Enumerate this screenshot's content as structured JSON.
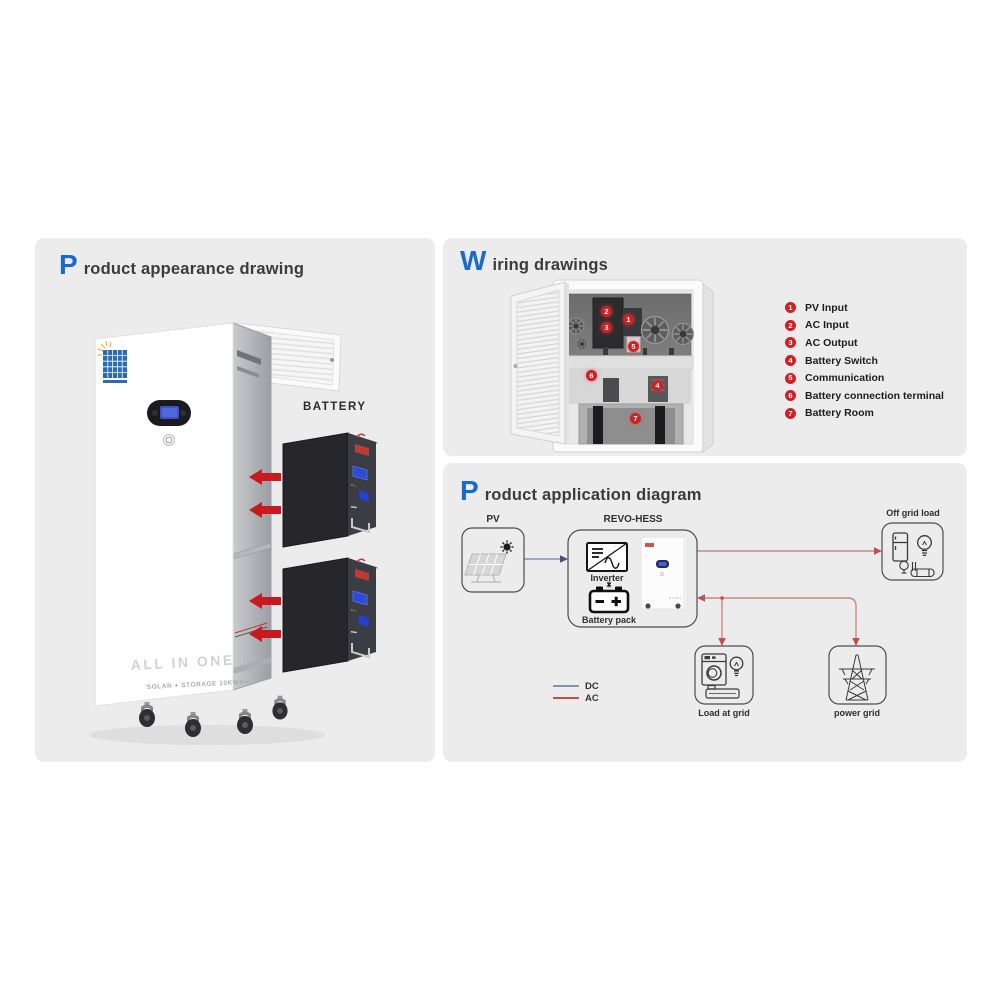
{
  "colors": {
    "panel_bg": "#ececec",
    "accent_blue": "#1b6ac9",
    "badge_red": "#cf2027",
    "arrow_red": "#c8191e",
    "dc_line": "#8095b3",
    "ac_line": "#c0504d"
  },
  "appearance": {
    "title_initial": "P",
    "title_rest": "roduct appearance drawing",
    "battery_label": "BATTERY",
    "unit_line1": "ALL IN ONE",
    "unit_line2": "SOLAR + STORAGE 10KWH+"
  },
  "wiring": {
    "title_initial": "W",
    "title_rest": "iring drawings",
    "legend": [
      {
        "num": "1",
        "label": "PV Input"
      },
      {
        "num": "2",
        "label": "AC Input"
      },
      {
        "num": "3",
        "label": "AC Output"
      },
      {
        "num": "4",
        "label": "Battery Switch"
      },
      {
        "num": "5",
        "label": "Communication"
      },
      {
        "num": "6",
        "label": "Battery connection terminal"
      },
      {
        "num": "7",
        "label": "Battery Room"
      }
    ]
  },
  "application": {
    "title_initial": "P",
    "title_rest": "roduct application diagram",
    "nodes": {
      "pv": "PV",
      "revo": "REVO-HESS",
      "inverter": "Inverter",
      "battery_pack": "Battery pack",
      "off_grid_load": "Off grid load",
      "load_at_grid": "Load at grid",
      "power_grid": "power grid"
    },
    "line_legend": [
      {
        "label": "DC",
        "color": "#8095b3"
      },
      {
        "label": "AC",
        "color": "#c0504d"
      }
    ]
  }
}
